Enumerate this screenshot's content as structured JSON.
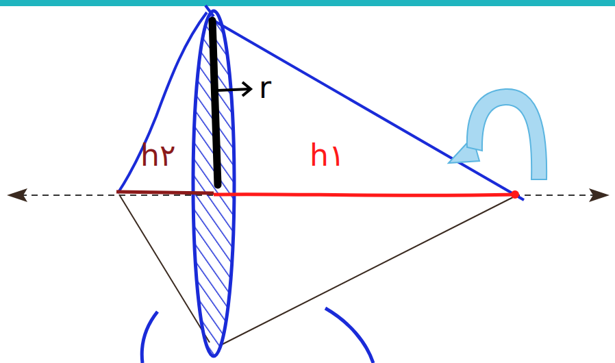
{
  "diagram": {
    "labels": [
      "r",
      "h۲",
      "h۱"
    ]
  }
}
